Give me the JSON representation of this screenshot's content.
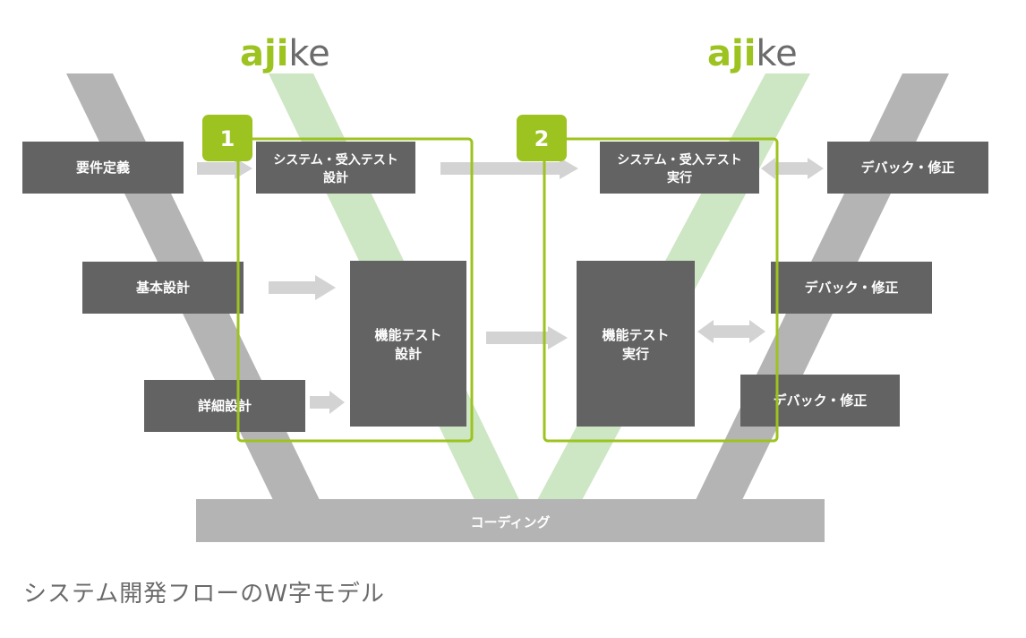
{
  "logo": {
    "left": "ajike",
    "right": "ajike",
    "green_color": "#9cc31f",
    "gray_color": "#6b6b6b"
  },
  "phases": {
    "phase1_number": "1",
    "phase2_number": "2"
  },
  "boxes": {
    "requirements": "要件定義",
    "basic_design": "基本設計",
    "detailed_design": "詳細設計",
    "system_test_design_line1": "システム・受入テスト",
    "system_test_design_line2": "設計",
    "function_test_design_line1": "機能テスト",
    "function_test_design_line2": "設計",
    "system_test_exec_line1": "システム・受入テスト",
    "system_test_exec_line2": "実行",
    "function_test_exec_line1": "機能テスト",
    "function_test_exec_line2": "実行",
    "debug_fix_1": "デバック・修正",
    "debug_fix_2": "デバック・修正",
    "debug_fix_3": "デバック・修正",
    "coding": "コーディング"
  },
  "caption": "システム開発フローのW字モデル",
  "colors": {
    "box_fill": "#636363",
    "band_gray": "#b4b4b4",
    "band_green": "#cde6c4",
    "arrow_gray": "#d3d3d3",
    "frame_green": "#9cc31f"
  }
}
